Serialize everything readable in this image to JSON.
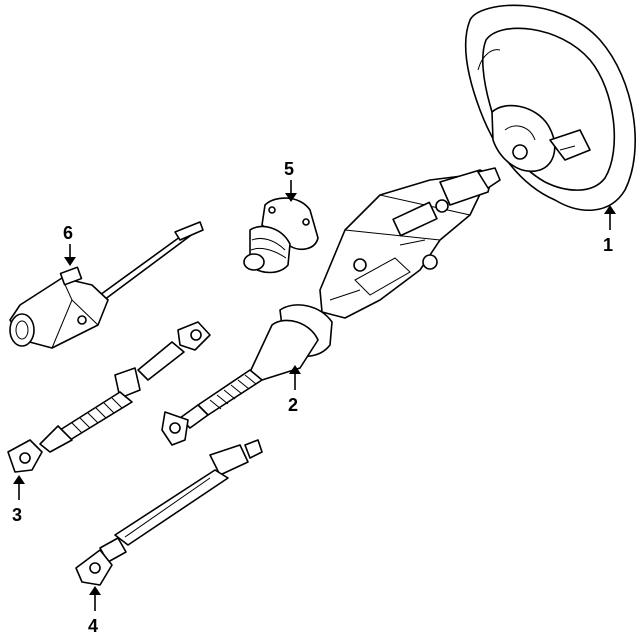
{
  "callouts": [
    {
      "id": "1",
      "part": "steering-wheel"
    },
    {
      "id": "2",
      "part": "steering-column-shaft-with-boot"
    },
    {
      "id": "3",
      "part": "lower-intermediate-shaft"
    },
    {
      "id": "4",
      "part": "intermediate-shaft"
    },
    {
      "id": "5",
      "part": "column-boot"
    },
    {
      "id": "6",
      "part": "adjustment-motor"
    }
  ],
  "colors": {
    "line": "#000000",
    "background": "#ffffff"
  }
}
